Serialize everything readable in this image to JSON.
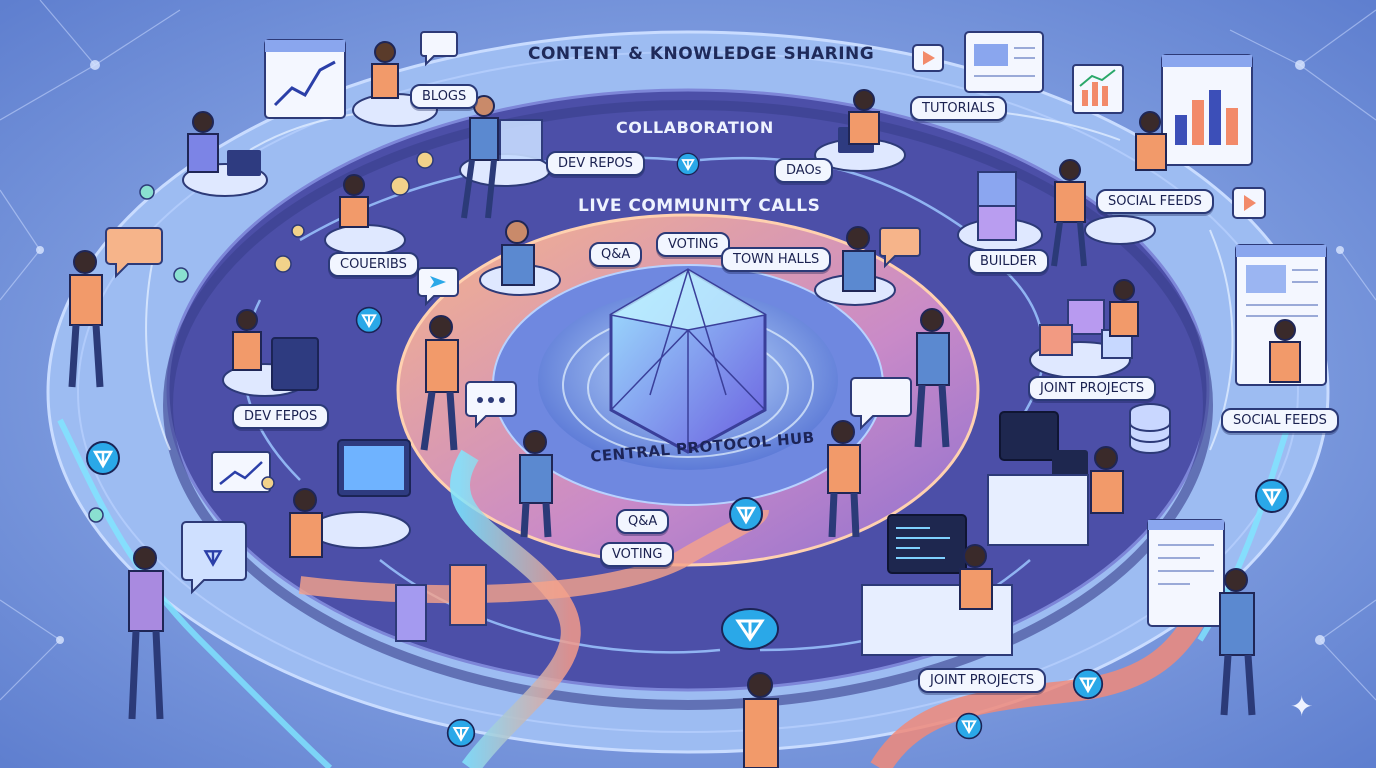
{
  "rings": {
    "outer_title": "CONTENT & KNOWLEDGE SHARING",
    "middle_title": "COLLABORATION",
    "inner_title": "LIVE COMMUNITY CALLS",
    "hub_label": "CENTRAL PROTOCOL HUB"
  },
  "labels": {
    "blogs": "BLOGS",
    "tutorials": "TUTORIALS",
    "social_feeds_top": "SOCIAL FEEDS",
    "social_feeds_right": "SOCIAL FEEDS",
    "dev_repos_top": "DEV REPOS",
    "daos": "DAOs",
    "coueribs": "COUERIBS",
    "builder": "BUILDER",
    "dev_repos_left": "DEV FEPOS",
    "joint_projects_right": "JOINT PROJECTS",
    "joint_projects_bottom": "JOINT PROJECTS",
    "qa_top": "Q&A",
    "voting_top": "VOTING",
    "town_halls": "TOWN HALLS",
    "qa_bottom": "Q&A",
    "voting_bottom": "VOTING"
  },
  "icons": [
    "chat-bubble-icon",
    "line-chart-icon",
    "bar-chart-icon",
    "play-icon",
    "telegram-icon",
    "ton-coin-icon",
    "code-screen-icon",
    "database-icon",
    "cube-icon",
    "document-icon",
    "sparkle-icon"
  ],
  "colors": {
    "background": "#6f8fd6",
    "outer_ring": "#8fb2ee",
    "collab_ring": "#4b4fa6",
    "calls_ring": "#f2a07a",
    "hub": "#8aa8f0",
    "accent": "#2aa8e8"
  }
}
